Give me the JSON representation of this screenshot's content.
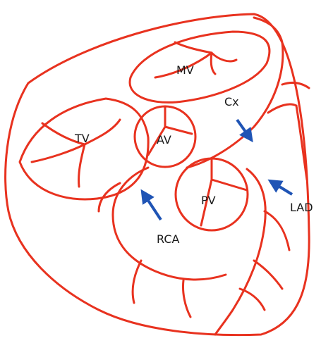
{
  "colors": {
    "outline": "#e8321f",
    "arrow": "#1f54b5",
    "text": "#1a1a1a",
    "background": "#ffffff"
  },
  "labels": {
    "mv": "MV",
    "tv": "TV",
    "av": "AV",
    "pv": "PV",
    "cx": "Cx",
    "lad": "LAD",
    "rca": "RCA"
  }
}
